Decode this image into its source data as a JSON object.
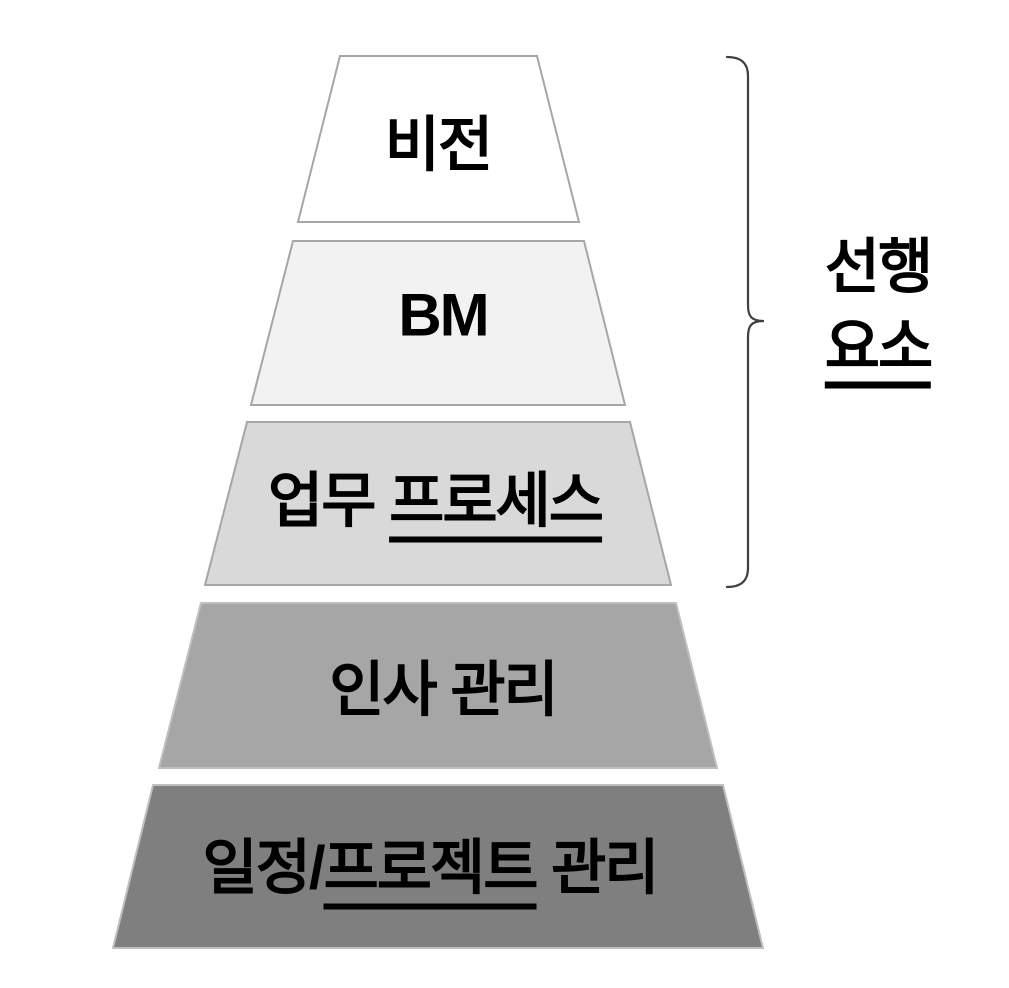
{
  "diagram": {
    "type": "pyramid",
    "text_color": "#000000",
    "levels": [
      {
        "name": "vision",
        "fill": "#ffffff",
        "border": "#a6a6a6",
        "parts": [
          {
            "text": "비전",
            "underline": false
          }
        ]
      },
      {
        "name": "bm",
        "fill": "#f2f2f2",
        "border": "#a6a6a6",
        "parts": [
          {
            "text": "BM",
            "underline": false
          }
        ]
      },
      {
        "name": "work-process",
        "fill": "#d9d9d9",
        "border": "#a6a6a6",
        "parts": [
          {
            "text": "업무 ",
            "underline": false
          },
          {
            "text": "프로세스",
            "underline": true
          }
        ]
      },
      {
        "name": "hr-management",
        "fill": "#a6a6a6",
        "border": "#bfbfbf",
        "parts": [
          {
            "text": "인사 관리",
            "underline": false
          }
        ]
      },
      {
        "name": "schedule-project-management",
        "fill": "#7f7f7f",
        "border": "#bfbfbf",
        "parts": [
          {
            "text": "일정/",
            "underline": false
          },
          {
            "text": "프로젝트",
            "underline": true
          },
          {
            "text": " 관리",
            "underline": false
          }
        ]
      }
    ],
    "bracket": {
      "color": "#404040",
      "covers_levels": [
        "비전",
        "BM",
        "업무 프로세스"
      ],
      "label_line1": "선행",
      "label_line2": "요소",
      "label_line2_underlined": true
    }
  }
}
